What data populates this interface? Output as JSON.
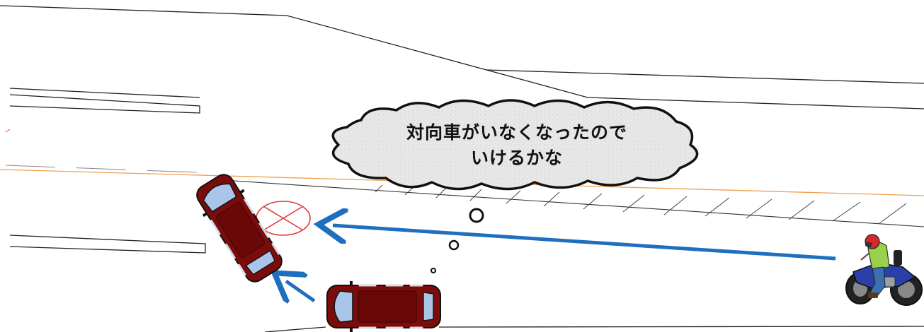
{
  "diagram": {
    "thought_bubble": {
      "lines": [
        "対向車がいなくなったので",
        "いけるかな"
      ]
    },
    "elements": {
      "left_car": "turning-car",
      "bottom_car": "waiting-car",
      "motorcycle": "oncoming-motorcycle",
      "collision_mark": "collision-target-icon"
    },
    "colors": {
      "arrow": "#1f6fbf",
      "car_body": "#7a0c0c",
      "car_window": "#a9c6e8",
      "collision_mark": "#e23b3b",
      "center_line": "#f0a050",
      "bubble_fill": "#e6e6e6"
    }
  }
}
